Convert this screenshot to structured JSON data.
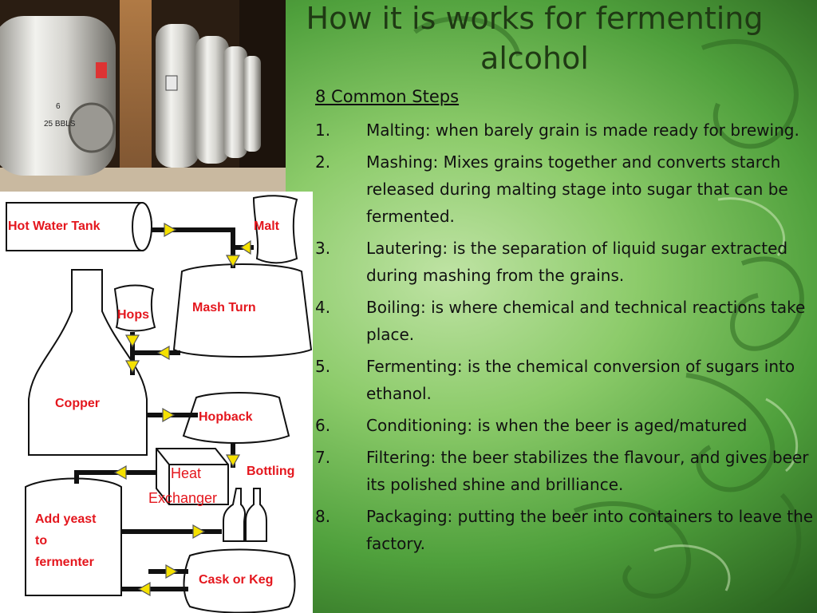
{
  "slide": {
    "title": "How it is works for fermenting\nalcohol",
    "subheading": "8 Common Steps",
    "steps": [
      {
        "num": "1.",
        "text": "Malting: when barely grain is made ready for brewing."
      },
      {
        "num": "2.",
        "text": "Mashing: Mixes grains together and converts starch released during malting stage into sugar that can be fermented."
      },
      {
        "num": "3.",
        "text": "Lautering: is the separation of liquid sugar extracted during mashing from the grains."
      },
      {
        "num": "4.",
        "text": "Boiling: is where chemical and technical reactions take place."
      },
      {
        "num": "5.",
        "text": "Fermenting:  is the chemical conversion of sugars into ethanol."
      },
      {
        "num": "6.",
        "text": "Conditioning: is when the beer is aged/matured"
      },
      {
        "num": "7.",
        "text": "Filtering: the beer stabilizes the flavour, and gives beer its polished shine and brilliance."
      },
      {
        "num": "8.",
        "text": "Packaging: putting the beer into containers to leave the factory."
      }
    ]
  },
  "photo": {
    "tank_label_1": "6",
    "tank_label_2": "25 BBLS"
  },
  "diagram": {
    "hot_water_tank": "Hot Water Tank",
    "malt": "Malt",
    "hops": "Hops",
    "mash_turn": "Mash Turn",
    "copper": "Copper",
    "hopback": "Hopback",
    "heat": "Heat",
    "exchanger": "Exchanger",
    "bottling": "Bottling",
    "add_yeast_1": "Add yeast",
    "add_yeast_2": "to",
    "add_yeast_3": "fermenter",
    "cask_or_keg": "Cask or Keg"
  },
  "colors": {
    "label_red": "#e4161d",
    "arrow_yellow": "#f5e100",
    "pipe_black": "#111111"
  }
}
